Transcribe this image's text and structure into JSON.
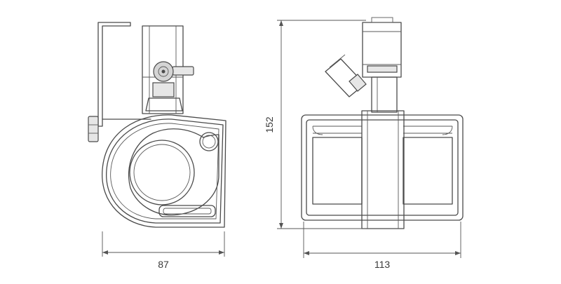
{
  "drawing": {
    "side_view": {
      "width_dimension": "87"
    },
    "front_view": {
      "width_dimension": "113",
      "height_dimension": "152"
    }
  }
}
